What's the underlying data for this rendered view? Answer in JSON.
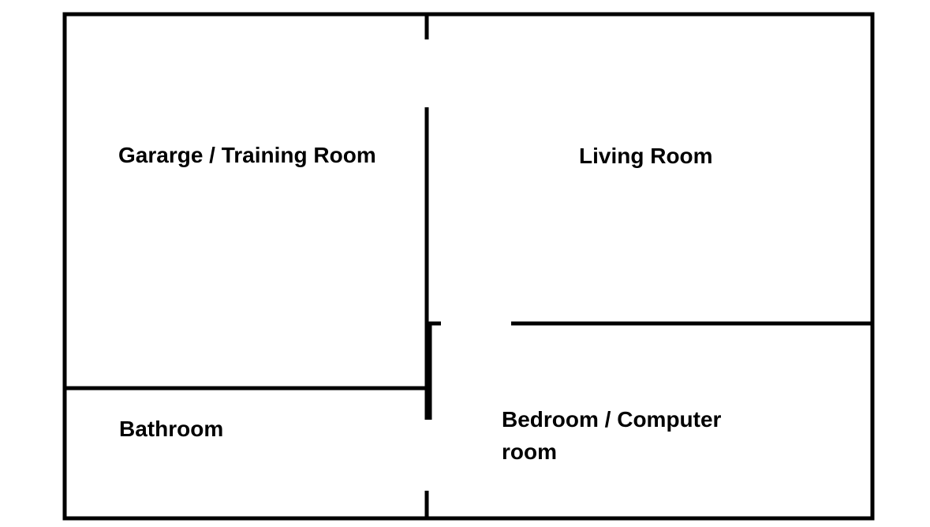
{
  "floor_plan": {
    "rooms": [
      {
        "id": "garage",
        "label": "Gararge / Training Room"
      },
      {
        "id": "living",
        "label": "Living Room"
      },
      {
        "id": "bathroom",
        "label": "Bathroom"
      },
      {
        "id": "bedroom",
        "label_line1": "Bedroom / Computer",
        "label_line2": "room"
      }
    ],
    "colors": {
      "wall": "#000000",
      "background": "#ffffff",
      "text": "#000000"
    }
  }
}
